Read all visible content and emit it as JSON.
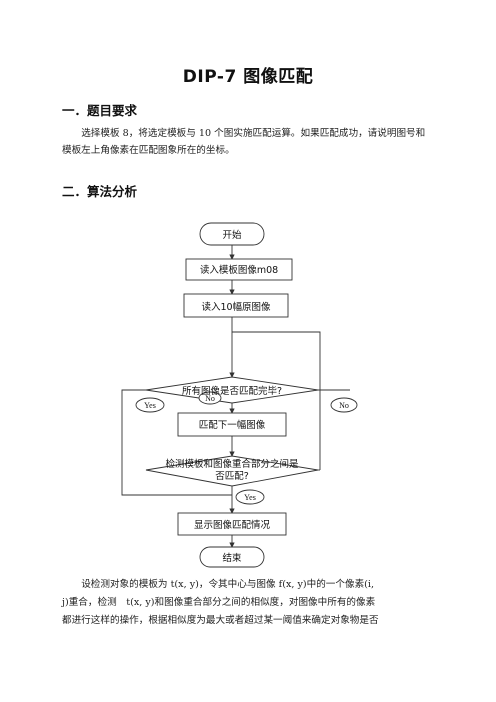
{
  "doc_title": "DIP-7 图像匹配",
  "section1": {
    "heading": "一．题目要求",
    "body": "选择模板 8，将选定模板与 10 个图实施匹配运算。如果匹配成功，请说明图号和模板左上角像素在匹配图象所在的坐标。"
  },
  "section2": {
    "heading": "二．算法分析"
  },
  "flowchart": {
    "start": "开始",
    "read_template": "读入模板图像m08",
    "read_images": "读入10幅原图像",
    "all_done_line": "所有图像是否匹配完毕?",
    "match_next": "匹配下一幅图像",
    "check_line1": "检测模板和图像重合部分之间是",
    "check_line2": "否匹配?",
    "show": "显示图像匹配情况",
    "end": "结束",
    "label_yes_left": "Yes",
    "label_no_mid": "No",
    "label_no_right": "No",
    "label_yes_bottom": "Yes"
  },
  "para2": {
    "line1": "设检测对象的模板为 t(x, y)，令其中心与图像 f(x, y)中的一个像素(i,",
    "line2": "j)重合，检测　t(x, y)和图像重合部分之间的相似度，对图像中所有的像素",
    "line3": "都进行这样的操作，根据相似度为最大或者超过某一阈值来确定对象物是否"
  }
}
